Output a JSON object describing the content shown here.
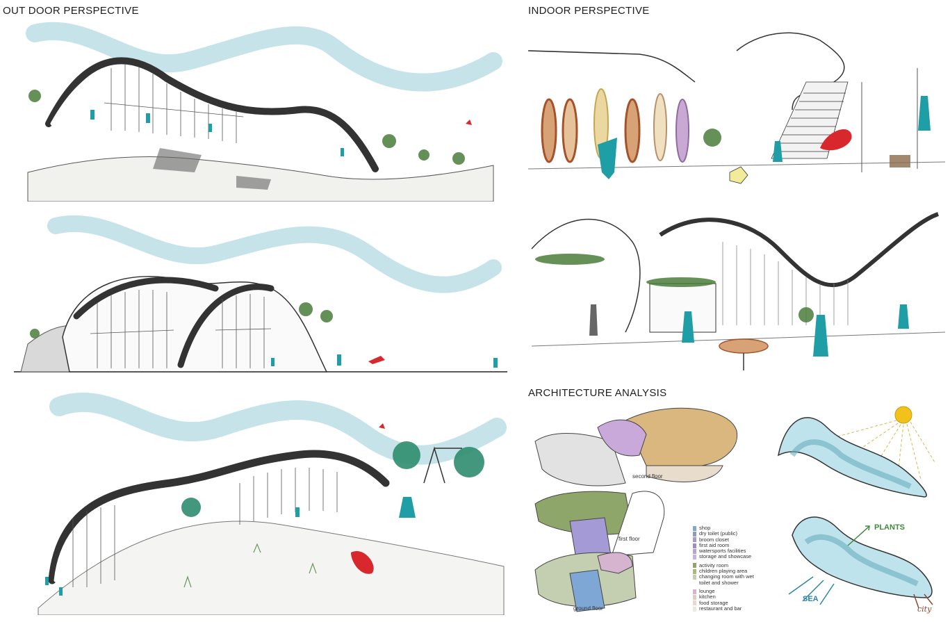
{
  "sections": {
    "outdoor": "OUT DOOR PERSPECTIVE",
    "indoor": "INDOOR PERSPECTIVE",
    "analysis": "ARCHITECTURE ANALYSIS"
  },
  "floors": {
    "second": "second floor",
    "first": "first floor",
    "ground": "ground floor"
  },
  "legend": {
    "group1": [
      {
        "label": "shop",
        "color": "#7ea7d6"
      },
      {
        "label": "dry toilet (public)",
        "color": "#8c9ad2"
      },
      {
        "label": "broom closet",
        "color": "#a49bd6"
      },
      {
        "label": "first aid room",
        "color": "#9e8cc6"
      },
      {
        "label": "watersports facilities",
        "color": "#b7a2d6"
      },
      {
        "label": "storage and showcase",
        "color": "#c7b4dc"
      }
    ],
    "group2": [
      {
        "label": "activity room",
        "color": "#8fa66a"
      },
      {
        "label": "children playing area",
        "color": "#a8b980"
      },
      {
        "label": "changing room with wet",
        "color": "#c4ceb0"
      },
      {
        "label": "toilet and shower",
        "color": "#ffffff"
      }
    ],
    "group3": [
      {
        "label": "lounge",
        "color": "#d6b3cf"
      },
      {
        "label": "kitchen",
        "color": "#e2c9c2"
      },
      {
        "label": "food storage",
        "color": "#e8d8cd"
      },
      {
        "label": "restaurant and bar",
        "color": "#efe6dc"
      }
    ]
  },
  "annotations": {
    "plants": "PLANTS",
    "sea": "SEA",
    "city": "city"
  },
  "colors": {
    "wave": "#9ed0da",
    "accent_teal": "#1f9ea6",
    "accent_red": "#d8282e",
    "sun": "#f2c21a"
  }
}
